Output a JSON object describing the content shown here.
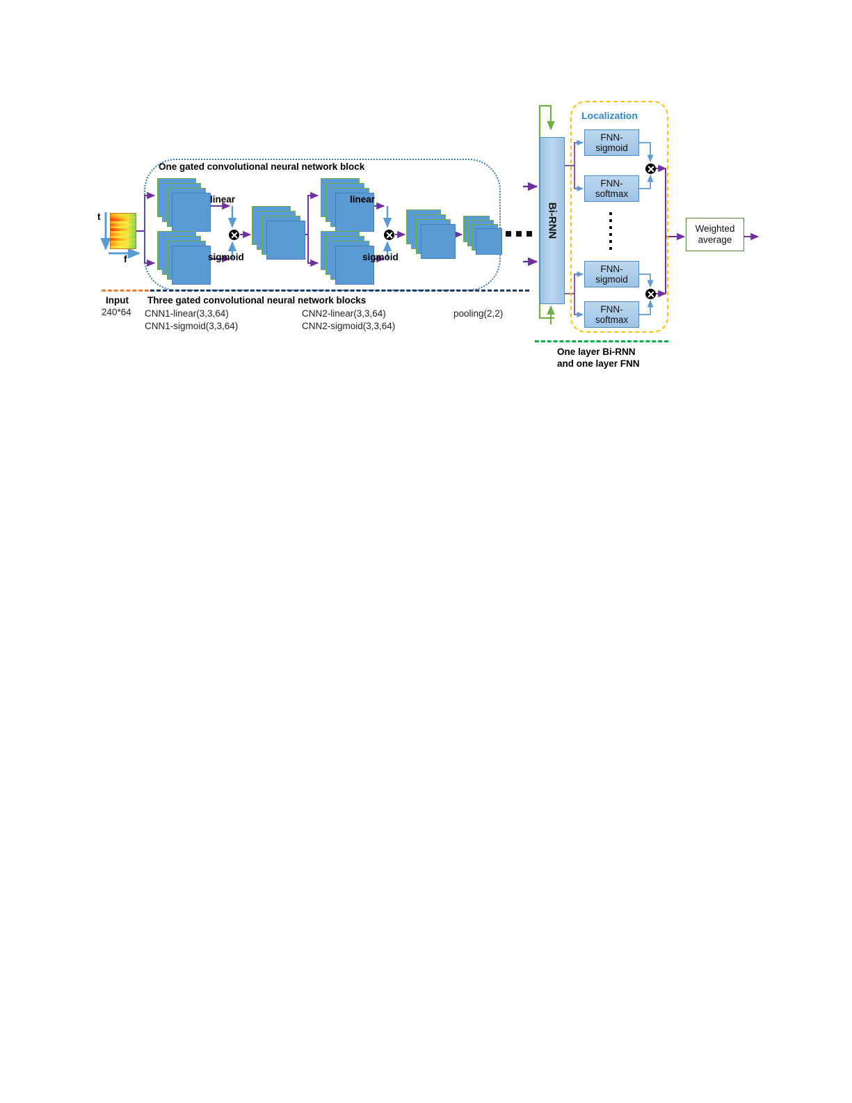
{
  "figure": {
    "title_region_labels": {
      "one_block": "One gated convolutional neural network block",
      "three_blocks": "Three gated convolutional neural network blocks",
      "birnn_caption_line1": "One layer Bi-RNN",
      "birnn_caption_line2": "and one layer FNN"
    },
    "input": {
      "label": "Input",
      "size": "240*64",
      "axis_time": "t",
      "axis_freq": "f"
    },
    "gate_labels": {
      "linear": "linear",
      "sigmoid": "sigmoid"
    },
    "block1_specs": {
      "line1": "CNN1-linear(3,3,64)",
      "line2": "CNN1-sigmoid(3,3,64)"
    },
    "block2_specs": {
      "line1": "CNN2-linear(3,3,64)",
      "line2": "CNN2-sigmoid(3,3,64)"
    },
    "pooling": "pooling(2,2)",
    "birnn": {
      "label": "Bi-RNN"
    },
    "localization": {
      "title": "Localization",
      "groups": [
        {
          "sigmoid": "FNN-\nsigmoid",
          "softmax": "FNN-\nsoftmax"
        },
        {
          "sigmoid": "FNN-\nsigmoid",
          "softmax": "FNN-\nsoftmax"
        }
      ],
      "fnn_sigmoid_line1": "FNN-",
      "fnn_sigmoid_line2": "sigmoid",
      "fnn_softmax_line1": "FNN-",
      "fnn_softmax_line2": "softmax"
    },
    "output": {
      "line1": "Weighted",
      "line2": "average"
    },
    "colors": {
      "arrow_purple": "#7030a0",
      "arrow_blue": "#5b9bd5",
      "cnn_fill": "#5b9bd5",
      "cnn_border": "#70ad47",
      "birnn_fill": "#9dc3e6",
      "fnn_fill": "#bdd7ee",
      "loc_dashed": "#ffc000",
      "loc_title": "#2e87c9",
      "one_block_dotted": "#2e75b6",
      "three_blocks_dashed": "#1f3864",
      "input_dashed": "#ed7d31",
      "birnn_dashed": "#00b050",
      "output_border": "#548235",
      "green_loop": "#70ad47"
    }
  }
}
